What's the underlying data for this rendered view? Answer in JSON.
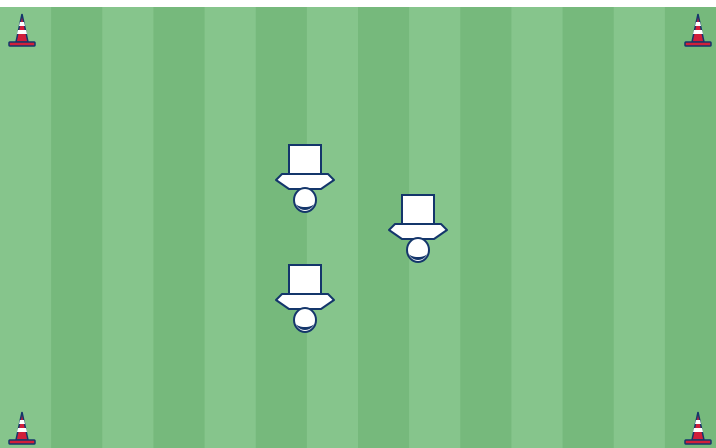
{
  "scene": {
    "colors": {
      "stripe_light": "#86c58c",
      "stripe_dark": "#76b97c",
      "cone_red": "#d11f3a",
      "cone_white": "#ffffff",
      "cone_navy": "#14366b",
      "player_fill": "#ffffff",
      "player_outline": "#14366b"
    },
    "cones": [
      {
        "name": "cone-top-left",
        "color": "red-white"
      },
      {
        "name": "cone-top-right",
        "color": "red-white"
      },
      {
        "name": "cone-bottom-left",
        "color": "red-white"
      },
      {
        "name": "cone-bottom-right",
        "color": "red-white"
      }
    ],
    "players": [
      {
        "name": "player-left-upper",
        "facing": "down"
      },
      {
        "name": "player-right",
        "facing": "down"
      },
      {
        "name": "player-left-lower",
        "facing": "down"
      }
    ],
    "pitch": {
      "stripe_count": 14
    }
  }
}
